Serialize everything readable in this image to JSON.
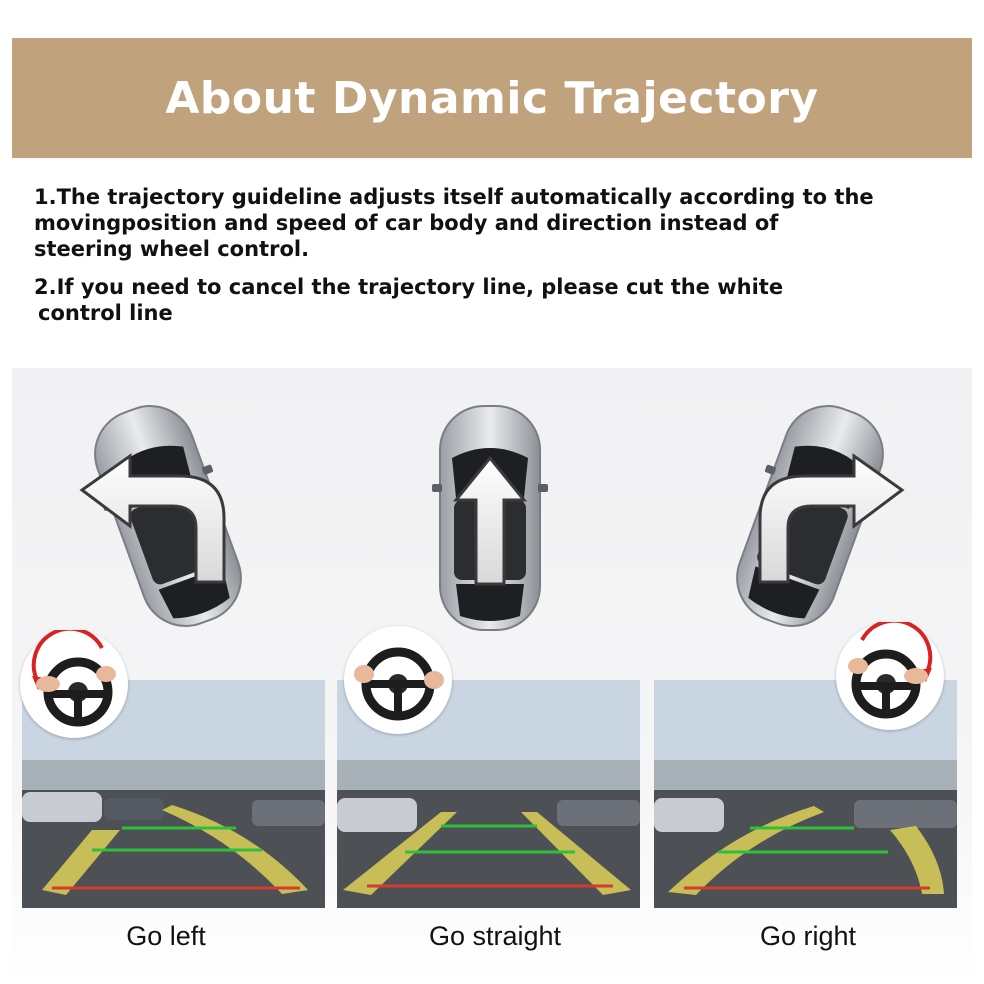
{
  "header": {
    "title": "About Dynamic Trajectory"
  },
  "notes": {
    "line1_a": "1.The trajectory guideline adjusts itself automatically according to the",
    "line1_b": "movingposition and speed of car body and direction instead of",
    "line1_c": "steering wheel control.",
    "line2_a": "2.If you need to cancel the trajectory line, please cut the white",
    "line2_b": "control line"
  },
  "captions": {
    "left": "Go left",
    "straight": "Go straight",
    "right": "Go right"
  },
  "colors": {
    "banner": "#c0a27d",
    "guide_yellow": "#f2e35a",
    "guide_green": "#2fbf3a",
    "guide_red": "#d63b2b",
    "arrow_red": "#d92222"
  },
  "icons": [
    "car-left-icon",
    "car-straight-icon",
    "car-right-icon",
    "steering-wheel-icon",
    "turn-left-arrow-icon",
    "straight-arrow-icon",
    "turn-right-arrow-icon"
  ]
}
